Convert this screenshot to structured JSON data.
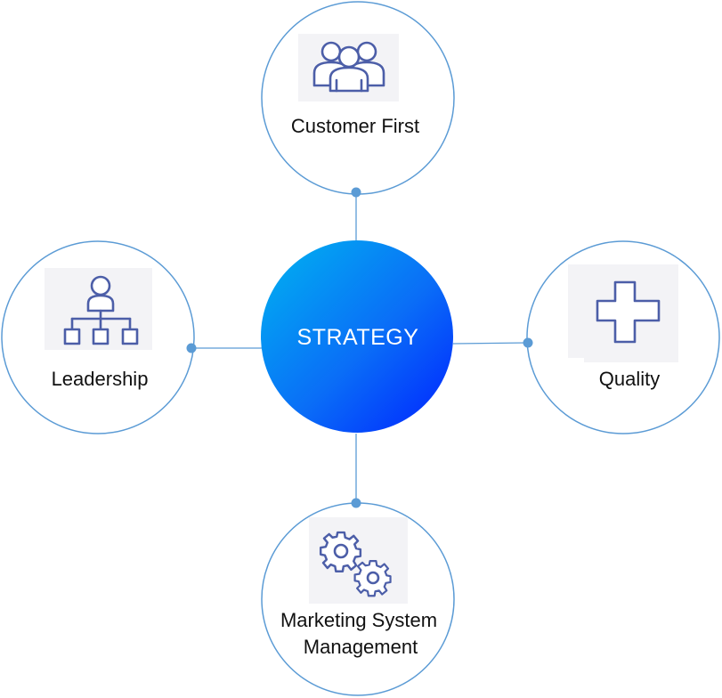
{
  "center": {
    "label": "STRATEGY",
    "gradient_start": "#00aeef",
    "gradient_end": "#0022ff"
  },
  "nodes": {
    "top": {
      "label": "Customer First",
      "icon": "people-group-icon"
    },
    "left": {
      "label": "Leadership",
      "icon": "org-chart-icon"
    },
    "right": {
      "label": "Quality",
      "icon": "plus-cross-icon"
    },
    "bottom": {
      "label_line1": "Marketing System",
      "label_line2": "Management",
      "icon": "gears-icon"
    }
  },
  "colors": {
    "circle_stroke": "#5b9bd5",
    "connector": "#5b9bd5",
    "connector_dot": "#5b9bd5",
    "icon_stroke": "#4c5ea8",
    "icon_background": "#f3f3f6"
  }
}
